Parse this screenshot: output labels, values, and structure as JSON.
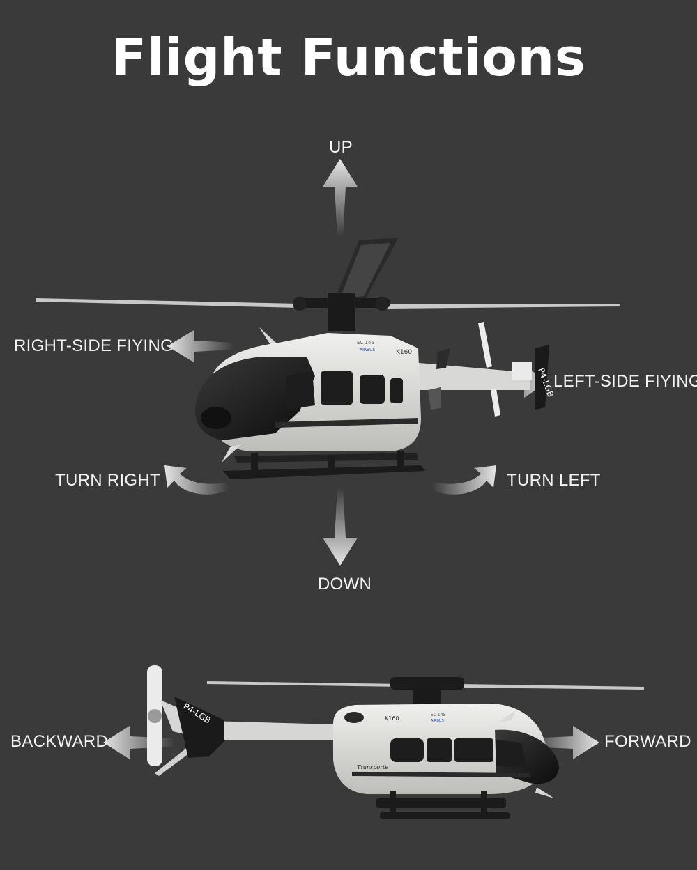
{
  "title": "Flight Functions",
  "labels": {
    "up": "UP",
    "down": "DOWN",
    "right_side": "RIGHT-SIDE FIYING",
    "left_side": "LEFT-SIDE FIYING",
    "turn_right": "TURN RIGHT",
    "turn_left": "TURN LEFT",
    "backward": "BACKWARD",
    "forward": "FORWARD"
  },
  "helicopter_markings": {
    "registration": "P4-LGB",
    "model": "K160",
    "type": "EC 145",
    "brand": "AIRBUS",
    "livery": "Transporte"
  },
  "colors": {
    "background": "#3a3a3b",
    "text": "#ffffff",
    "arrow": "#e6e6e6",
    "fuselage": "#e3e3e0",
    "canopy": "#151515"
  }
}
